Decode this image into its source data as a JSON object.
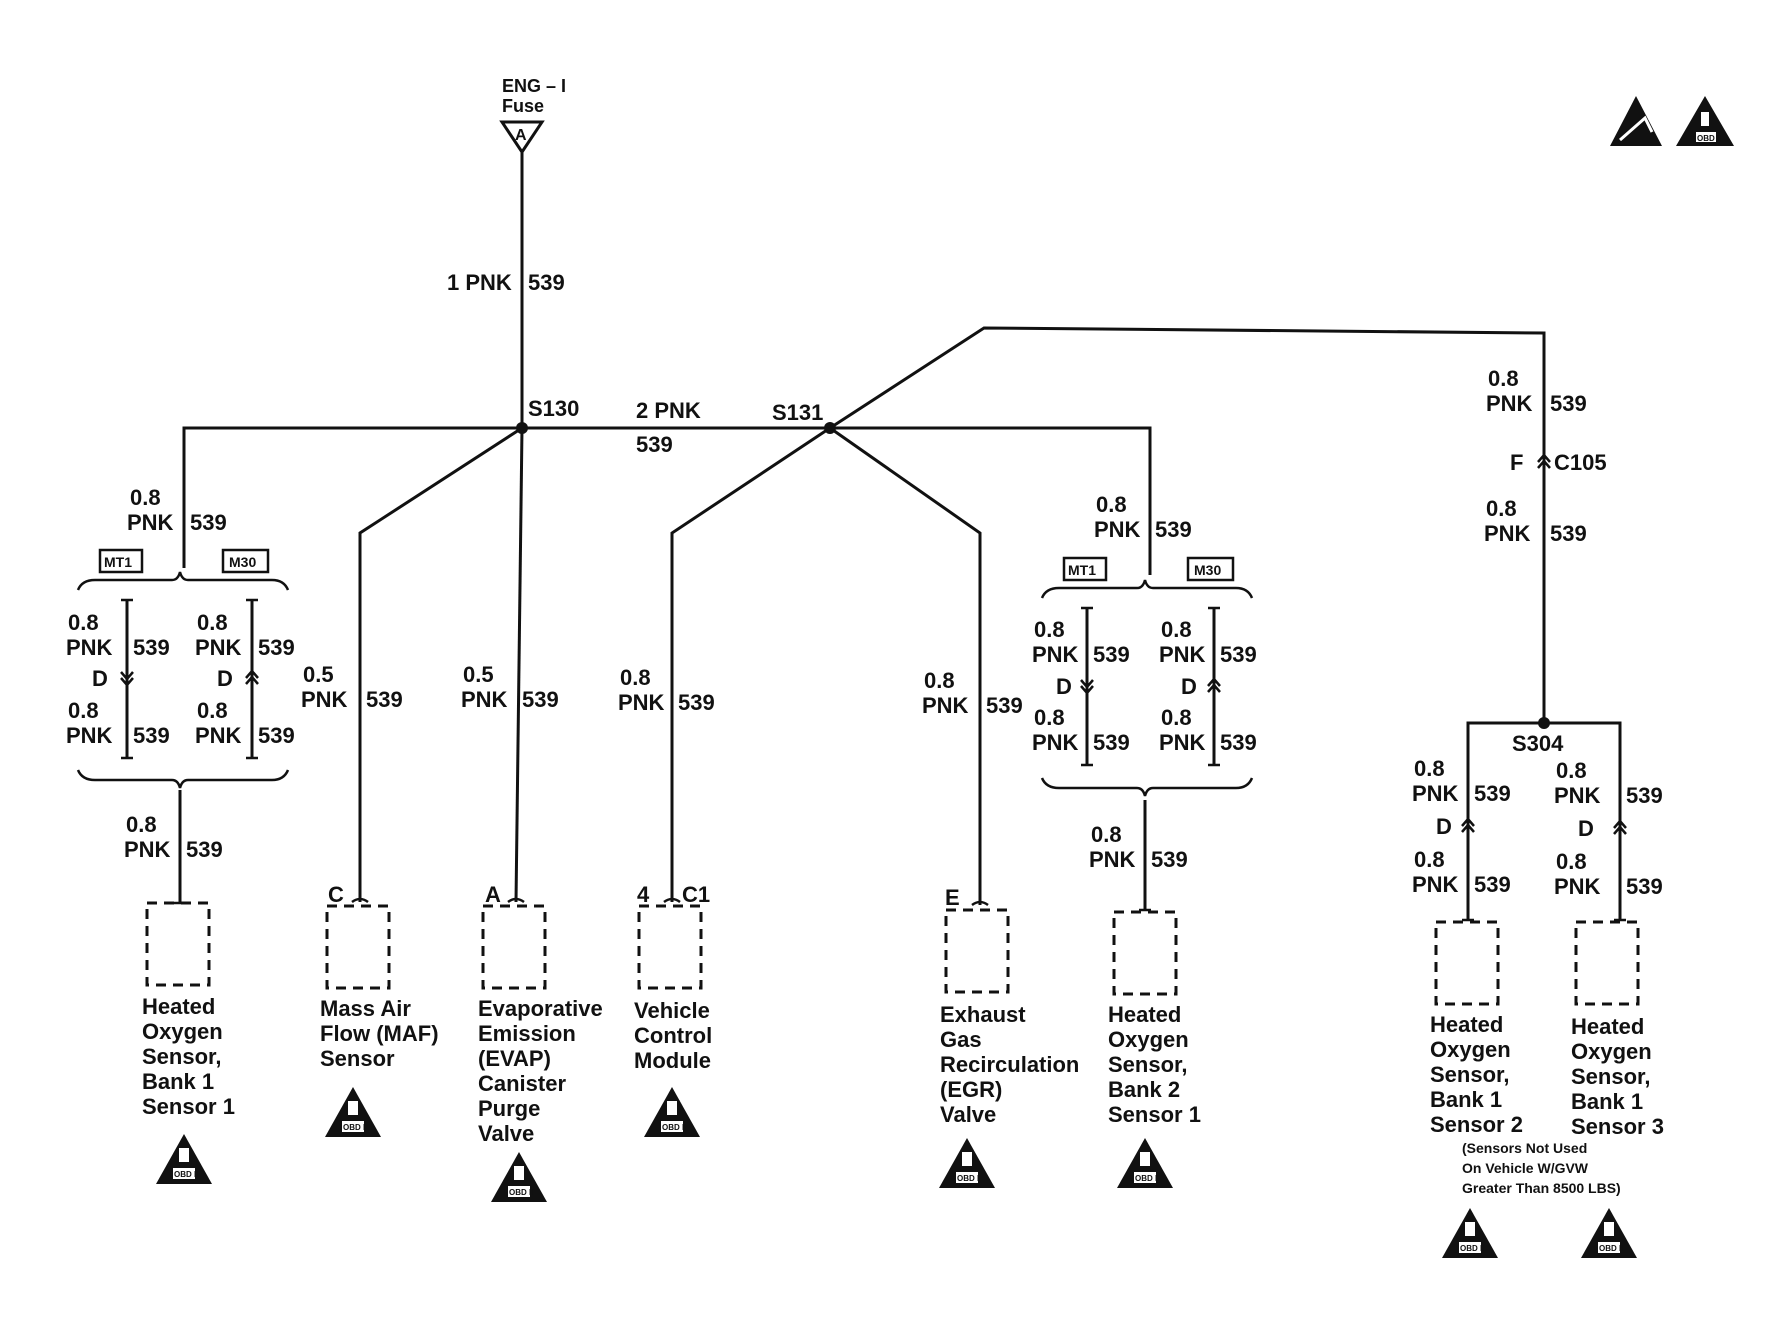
{
  "fuse": {
    "name": "ENG – I",
    "sub": "Fuse",
    "terminal": "A"
  },
  "splices": {
    "s130": "S130",
    "s131": "S131",
    "s304": "S304"
  },
  "connector": {
    "c105": "C105",
    "c105_pin": "F"
  },
  "options": {
    "mt1": "MT1",
    "m30": "M30"
  },
  "wires": {
    "main": "1 PNK",
    "main_circuit": "539",
    "s130_s131_size": "2 PNK",
    "s130_s131_circuit": "539",
    "gauge_08": "0.8",
    "gauge_05": "0.5",
    "color": "PNK",
    "circuit": "539",
    "inline_d": "D"
  },
  "pins": {
    "maf": "C",
    "evap": "A",
    "vcm_pin": "4",
    "vcm_conn": "C1",
    "egr": "E"
  },
  "components": {
    "ho2s_b1s1": [
      "Heated",
      "Oxygen",
      "Sensor,",
      "Bank 1",
      "Sensor 1"
    ],
    "maf": [
      "Mass Air",
      "Flow (MAF)",
      "Sensor"
    ],
    "evap": [
      "Evaporative",
      "Emission",
      "(EVAP)",
      "Canister",
      "Purge",
      "Valve"
    ],
    "vcm": [
      "Vehicle",
      "Control",
      "Module"
    ],
    "egr": [
      "Exhaust",
      "Gas",
      "Recirculation",
      "(EGR)",
      "Valve"
    ],
    "ho2s_b2s1": [
      "Heated",
      "Oxygen",
      "Sensor,",
      "Bank 2",
      "Sensor 1"
    ],
    "ho2s_b1s2": [
      "Heated",
      "Oxygen",
      "Sensor,",
      "Bank 1",
      "Sensor 2"
    ],
    "ho2s_b1s3": [
      "Heated",
      "Oxygen",
      "Sensor,",
      "Bank 1",
      "Sensor 3"
    ]
  },
  "note": [
    "(Sensors Not Used",
    "On Vehicle W/GVW",
    "Greater Than 8500 LBS)"
  ],
  "obd": {
    "obd1": "OBD I",
    "obd2": "OBD II"
  }
}
